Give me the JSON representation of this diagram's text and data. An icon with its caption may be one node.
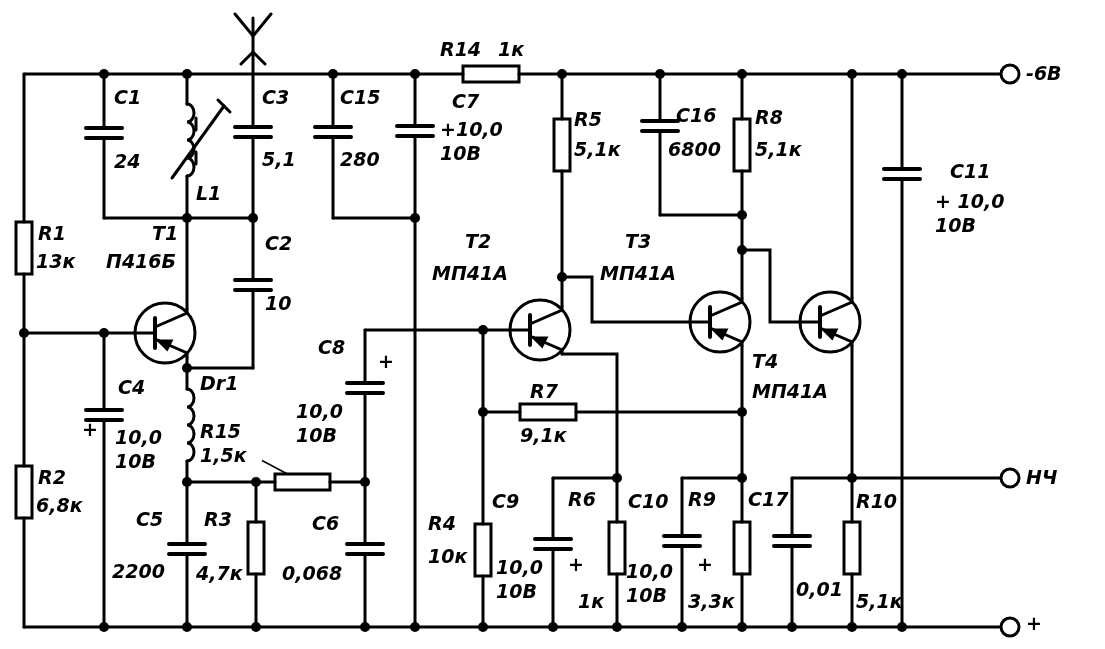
{
  "diagram": {
    "nodes": [
      {
        "text": [
          "R15 1,5к"
        ]
      },
      {
        "text": [],
        "shape": "box"
      }
    ],
    "edges": [
      {
        "from": 0,
        "to": 1,
        "arrow": "none"
      }
    ],
    "labels": [
      "R14",
      "1к",
      "C1",
      "24",
      "L1",
      "C3",
      "5,1",
      "C15",
      "280",
      "C7",
      "+10,0 10В",
      "R5",
      "5,1к",
      "C16",
      "6800",
      "R8",
      "5,1к",
      "-6В",
      "C11",
      "+ 10,0 10В",
      "R1",
      "13к",
      "T1",
      "П416Б",
      "C2",
      "10",
      "T2",
      "МП41А",
      "T3",
      "МП41А",
      "T4",
      "МП41А",
      "C4",
      "+",
      "10,0 10В",
      "Dr1",
      "C8",
      "+",
      "10,0 10В",
      "R7",
      "9,1к",
      "R2",
      "6,8к",
      "C5",
      "2200",
      "R3",
      "4,7к",
      "C6",
      "0,068",
      "R4",
      "10к",
      "C9",
      "10,0 10В",
      "+",
      "R6",
      "1к",
      "C10",
      "10,0 10В",
      "+",
      "R9",
      "3,3к",
      "C17",
      "0,01",
      "R10",
      "5,1к",
      "НЧ",
      "+"
    ]
  }
}
